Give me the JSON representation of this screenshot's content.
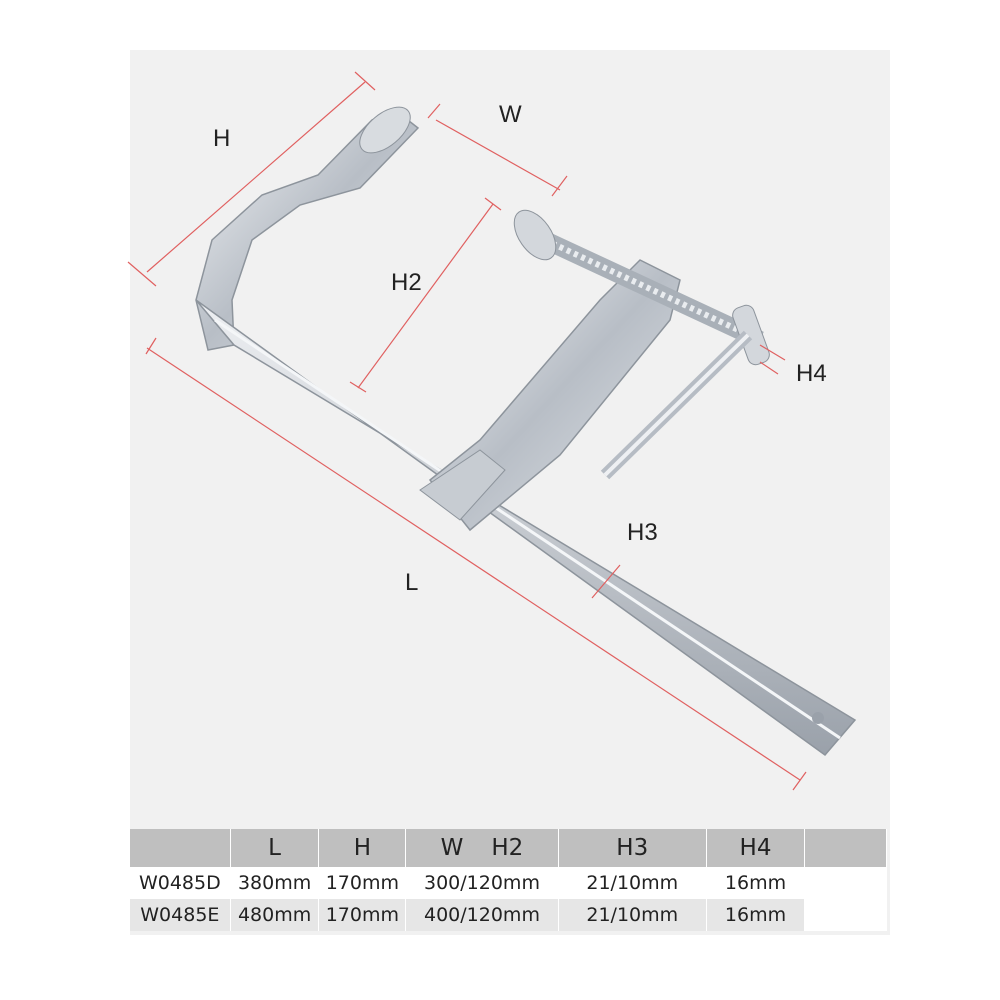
{
  "image": {
    "subject": "F-clamp",
    "dimension_labels": {
      "H": "H",
      "W": "W",
      "H2": "H2",
      "H3": "H3",
      "H4": "H4",
      "L": "L"
    },
    "dimension_line_color": "#e06060",
    "metal_color": "#c9ced4"
  },
  "table": {
    "headers": [
      "",
      "L",
      "H",
      "W",
      "H2",
      "H3",
      "H4"
    ],
    "rows": [
      {
        "model": "W0485D",
        "L": "380mm",
        "H": "170mm",
        "W_H2": "300/120mm",
        "H3": "21/10mm",
        "H4": "16mm"
      },
      {
        "model": "W0485E",
        "L": "480mm",
        "H": "170mm",
        "W_H2": "400/120mm",
        "H3": "21/10mm",
        "H4": "16mm"
      }
    ]
  }
}
